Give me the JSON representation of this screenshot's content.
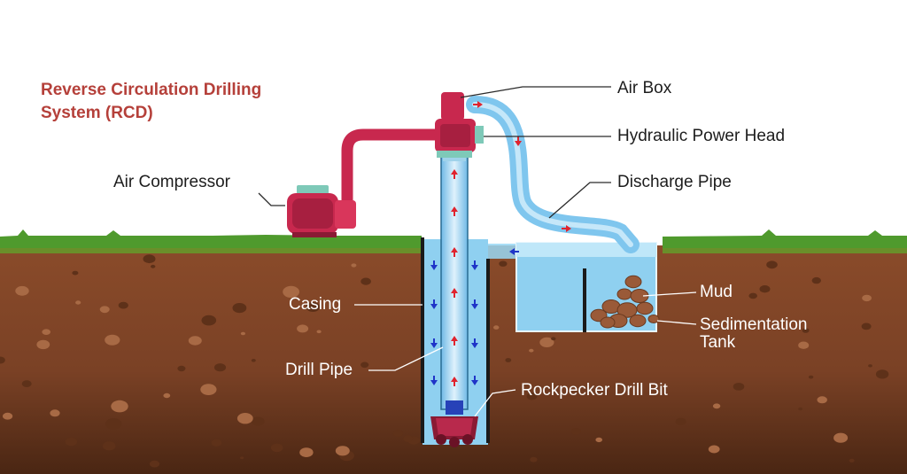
{
  "title": {
    "line1": "Reverse Circulation Drilling",
    "line2": "System (RCD)"
  },
  "labels": {
    "air_compressor": "Air Compressor",
    "air_box": "Air Box",
    "hydraulic_power_head": "Hydraulic Power Head",
    "discharge_pipe": "Discharge Pipe",
    "casing": "Casing",
    "drill_pipe": "Drill Pipe",
    "mud": "Mud",
    "sedimentation_tank_line1": "Sedimentation",
    "sedimentation_tank_line2": "Tank",
    "rockpecker_drill_bit": "Rockpecker Drill Bit"
  },
  "colors": {
    "title": "#b5403a",
    "machine": "#c8284e",
    "water": "#8fd0f0",
    "soil": "#7a4326",
    "grass": "#4f9a2d",
    "rock": "#a86a45",
    "flow_up": "#e0232e",
    "flow_down": "#1f34c8"
  }
}
